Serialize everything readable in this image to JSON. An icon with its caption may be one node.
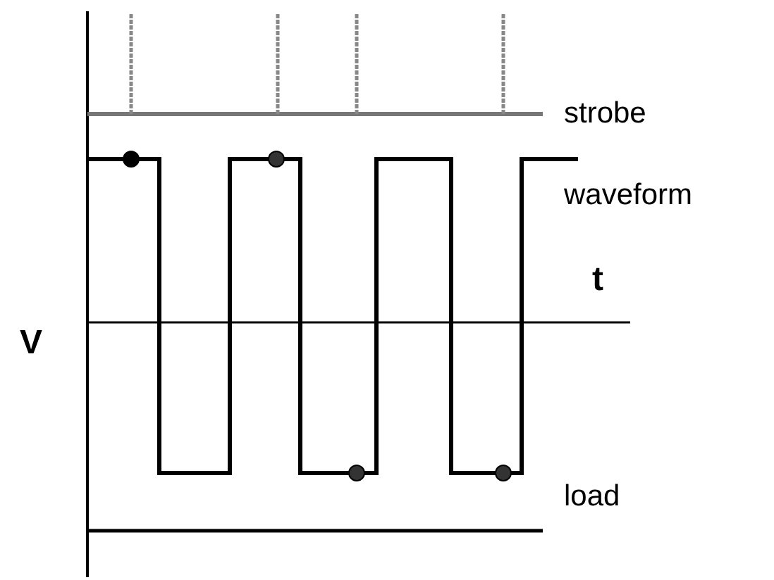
{
  "diagram": {
    "labels": [
      "strobe",
      "waveform",
      "t",
      "V",
      "load"
    ]
  }
}
